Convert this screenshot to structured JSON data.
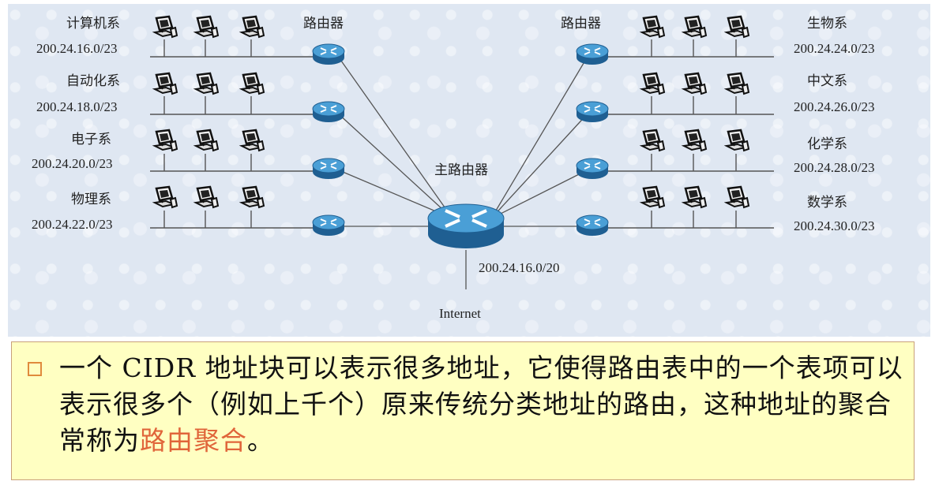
{
  "diagram": {
    "left_networks": [
      {
        "name": "计算机系",
        "prefix": "200.24.16.0/23"
      },
      {
        "name": "自动化系",
        "prefix": "200.24.18.0/23"
      },
      {
        "name": "电子系",
        "prefix": "200.24.20.0/23"
      },
      {
        "name": "物理系",
        "prefix": "200.24.22.0/23"
      }
    ],
    "right_networks": [
      {
        "name": "生物系",
        "prefix": "200.24.24.0/23"
      },
      {
        "name": "中文系",
        "prefix": "200.24.26.0/23"
      },
      {
        "name": "化学系",
        "prefix": "200.24.28.0/23"
      },
      {
        "name": "数学系",
        "prefix": "200.24.30.0/23"
      }
    ],
    "router_label_left": "路由器",
    "router_label_right": "路由器",
    "main_router_label": "主路由器",
    "aggregate_prefix": "200.24.16.0/20",
    "internet_label": "Internet",
    "colors": {
      "router": "#3a8bc4",
      "router_dark": "#1f5f92",
      "line": "#555555"
    }
  },
  "note": {
    "text_before": "一个 CIDR 地址块可以表示很多地址，它使得路由表中的一个表项可以表示很多个（例如上千个）原来传统分类地址的路由，这种地址的聚合常称为",
    "highlight": "路由聚合",
    "text_after": "。",
    "highlight_color": "#e0653a"
  }
}
